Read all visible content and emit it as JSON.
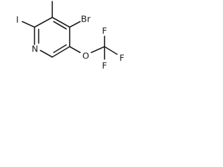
{
  "molecule": {
    "atoms": {
      "bromine": "Br",
      "iodine": "I",
      "nitrogen": "N",
      "oxygen": "O",
      "fluorine_top": "F",
      "fluorine_right": "F",
      "fluorine_bottom": "F"
    }
  }
}
